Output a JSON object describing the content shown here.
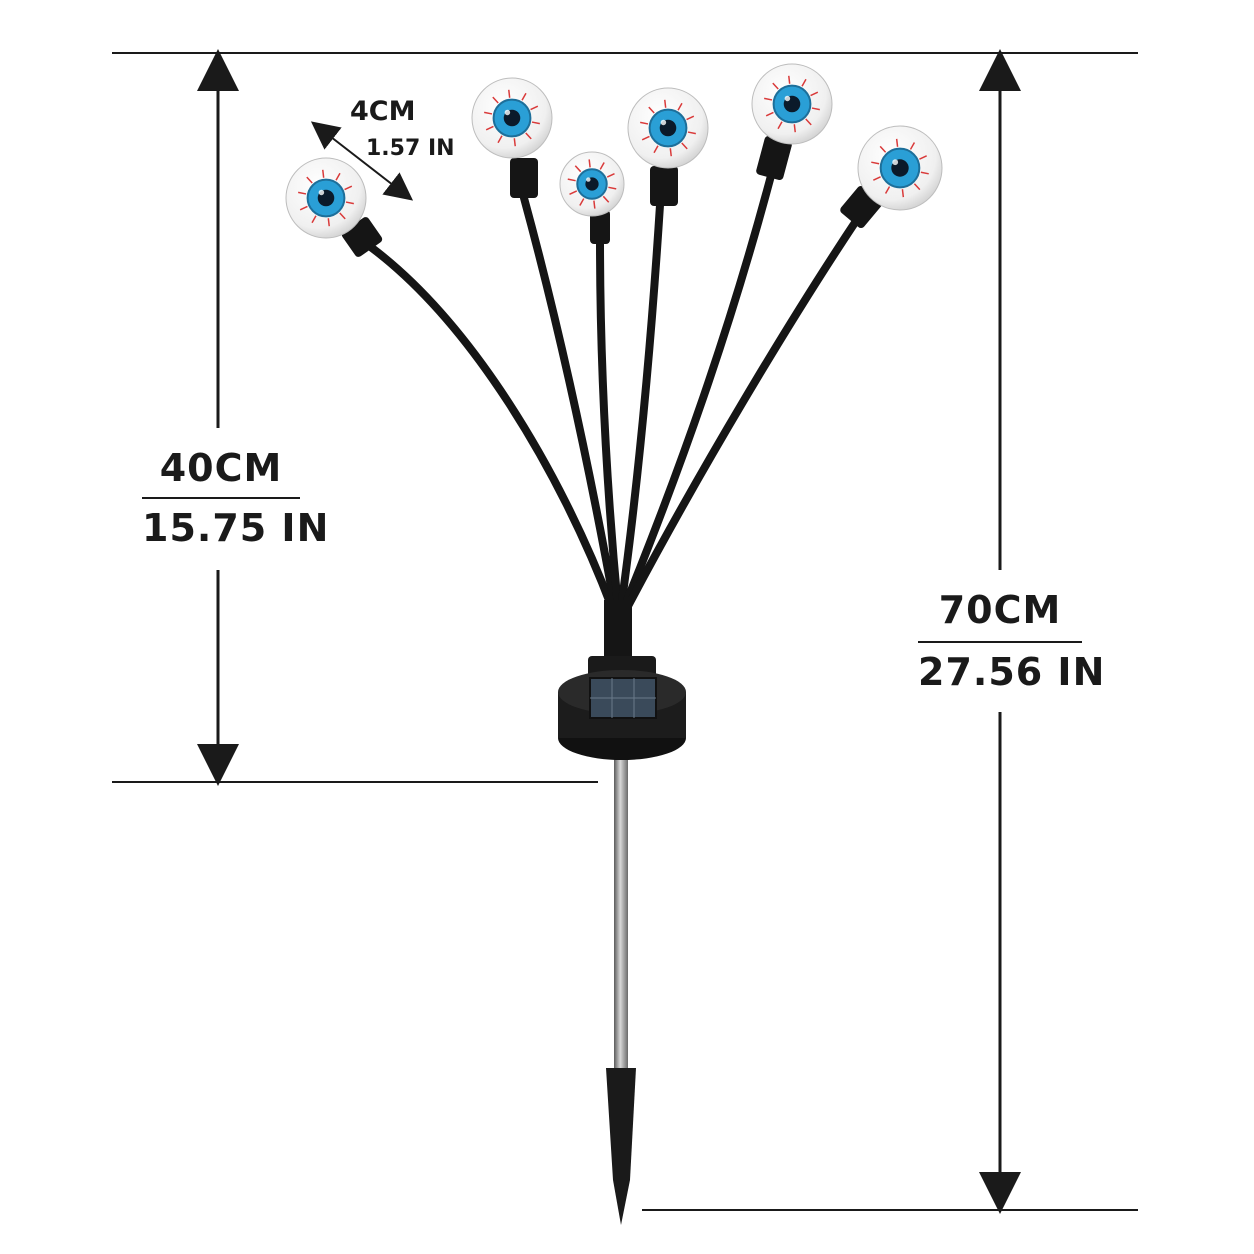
{
  "dimensions": {
    "total_height": {
      "cm": "70CM",
      "in": "27.56 IN"
    },
    "head_height": {
      "cm": "40CM",
      "in": "15.75 IN"
    },
    "bulb_diameter": {
      "cm": "4CM",
      "in": "1.57 IN"
    }
  },
  "product": {
    "bulb_count": 6,
    "colors": {
      "iris": "#2a9fd6",
      "pupil": "#0b1a2a",
      "veins": "#d93a3a",
      "stem": "#151515",
      "stake": "#8a8a8a"
    }
  }
}
